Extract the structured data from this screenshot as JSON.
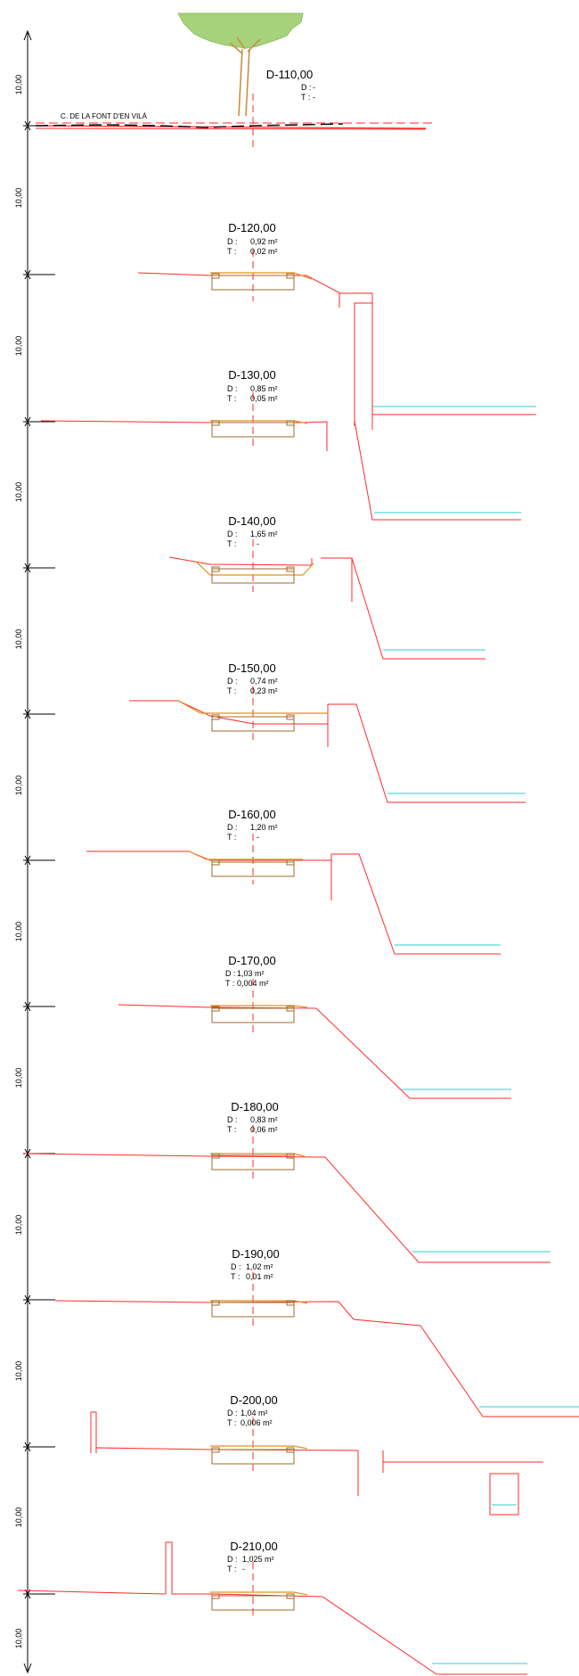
{
  "drawing": {
    "road_label": "C. DE LA FONT D'EN VILÀ",
    "dimension_label": "10,00",
    "sections": [
      {
        "name": "D-110,00",
        "D_label": "D :",
        "D_value": "-",
        "T_label": "T :",
        "T_value": "-"
      },
      {
        "name": "D-120,00",
        "D_label": "D :",
        "D_value": "0,92 m²",
        "T_label": "T :",
        "T_value": "0,02 m²"
      },
      {
        "name": "D-130,00",
        "D_label": "D :",
        "D_value": "0,85 m²",
        "T_label": "T :",
        "T_value": "0,05 m²"
      },
      {
        "name": "D-140,00",
        "D_label": "D :",
        "D_value": "1,65 m²",
        "T_label": "T :",
        "T_value": "-"
      },
      {
        "name": "D-150,00",
        "D_label": "D :",
        "D_value": "0,74 m²",
        "T_label": "T :",
        "T_value": "0,23 m²"
      },
      {
        "name": "D-160,00",
        "D_label": "D :",
        "D_value": "1,20 m²",
        "T_label": "T :",
        "T_value": "-"
      },
      {
        "name": "D-170,00",
        "D_label": "D :",
        "D_value": "1,03 m²",
        "T_label": "T :",
        "T_value": "0,004 m²"
      },
      {
        "name": "D-180,00",
        "D_label": "D :",
        "D_value": "0,83 m²",
        "T_label": "T :",
        "T_value": "0,06 m²"
      },
      {
        "name": "D-190,00",
        "D_label": "D :",
        "D_value": "1,02 m²",
        "T_label": "T :",
        "T_value": "0,01 m²"
      },
      {
        "name": "D-200,00",
        "D_label": "D :",
        "D_value": "1,04 m²",
        "T_label": "T :",
        "T_value": "0,006 m²"
      },
      {
        "name": "D-210,00",
        "D_label": "D :",
        "D_value": "1,025 m²",
        "T_label": "T :",
        "T_value": "-"
      }
    ]
  },
  "colors": {
    "terrain": "#ff2a2a",
    "water": "#33cccc",
    "structure": "#a0682a",
    "fill": "#e8901e",
    "axis": "#ff2a2a",
    "tree_canopy": "#a6d27c"
  }
}
